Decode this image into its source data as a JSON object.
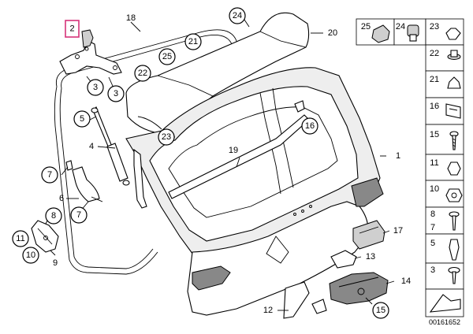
{
  "diagram": {
    "highlight_label": "2",
    "labels": {
      "l18": "18",
      "l24": "24",
      "l20": "20",
      "l21": "21",
      "l25": "25",
      "l22": "22",
      "l3a": "3",
      "l3b": "3",
      "l5": "5",
      "l4": "4",
      "l23": "23",
      "l16": "16",
      "l19": "19",
      "l1": "1",
      "l7a": "7",
      "l6": "6",
      "l7b": "7",
      "l8": "8",
      "l11": "11",
      "l10": "10",
      "l9": "9",
      "l17": "17",
      "l13": "13",
      "l14": "14",
      "l12": "12",
      "l15": "15"
    },
    "side_labels": {
      "s25": "25",
      "s24": "24",
      "s23": "23",
      "s22": "22",
      "s21": "21",
      "s16": "16",
      "s15": "15",
      "s11": "11",
      "s10": "10",
      "s8": "8",
      "s7": "7",
      "s5": "5",
      "s3": "3"
    },
    "ref_number": "00161652"
  }
}
